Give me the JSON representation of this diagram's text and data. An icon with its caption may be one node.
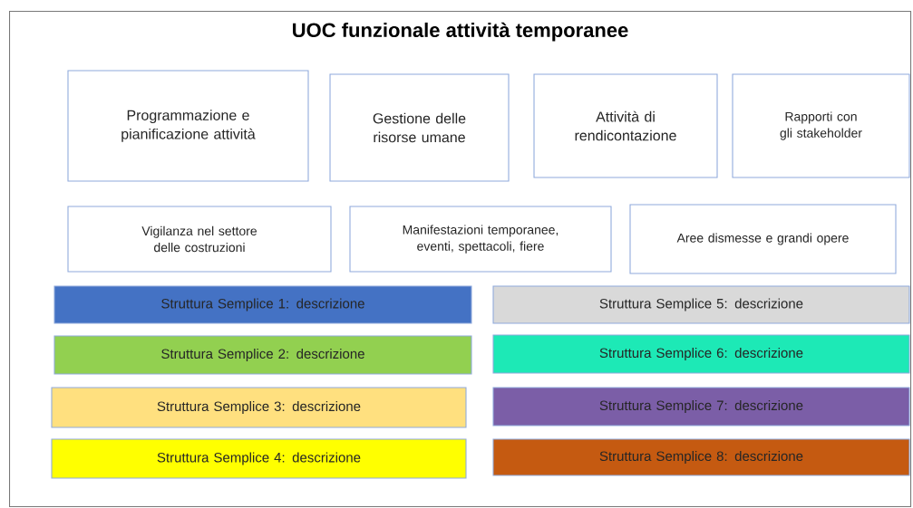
{
  "diagram": {
    "nodes": [
      {
        "text": [
          "UOC funzionale attività temporanee"
        ]
      },
      {
        "text": [
          "Programmazione e pianificazione attività"
        ],
        "in": 0
      },
      {
        "text": [
          "Gestione delle risorse umane"
        ],
        "in": 0
      },
      {
        "text": [
          "Attività di rendicontazione"
        ],
        "in": 0
      },
      {
        "text": [
          "Rapporti con gli stakeholder"
        ],
        "in": 0
      },
      {
        "text": [
          "Vigilanza nel settore delle costruzioni"
        ],
        "in": 0
      },
      {
        "text": [
          "Manifestazioni temporanee, eventi, spettacoli, fiere"
        ],
        "in": 0
      },
      {
        "text": [
          "Aree dismesse e grandi opere"
        ],
        "in": 0
      },
      {
        "text": [
          "Struttura Semplice 1: descrizione"
        ],
        "in": 0
      },
      {
        "text": [
          "Struttura Semplice 2: descrizione"
        ],
        "in": 0
      },
      {
        "text": [
          "Struttura Semplice 3: descrizione"
        ],
        "in": 0
      },
      {
        "text": [
          "Struttura Semplice 4: descrizione"
        ],
        "in": 0
      },
      {
        "text": [
          "Struttura Semplice 5: descrizione"
        ],
        "in": 0
      },
      {
        "text": [
          "Struttura Semplice 6: descrizione"
        ],
        "in": 0
      },
      {
        "text": [
          "Struttura Semplice 7: descrizione"
        ],
        "in": 0
      },
      {
        "text": [
          "Struttura Semplice 8: descrizione"
        ],
        "in": 0
      }
    ],
    "edges": []
  }
}
